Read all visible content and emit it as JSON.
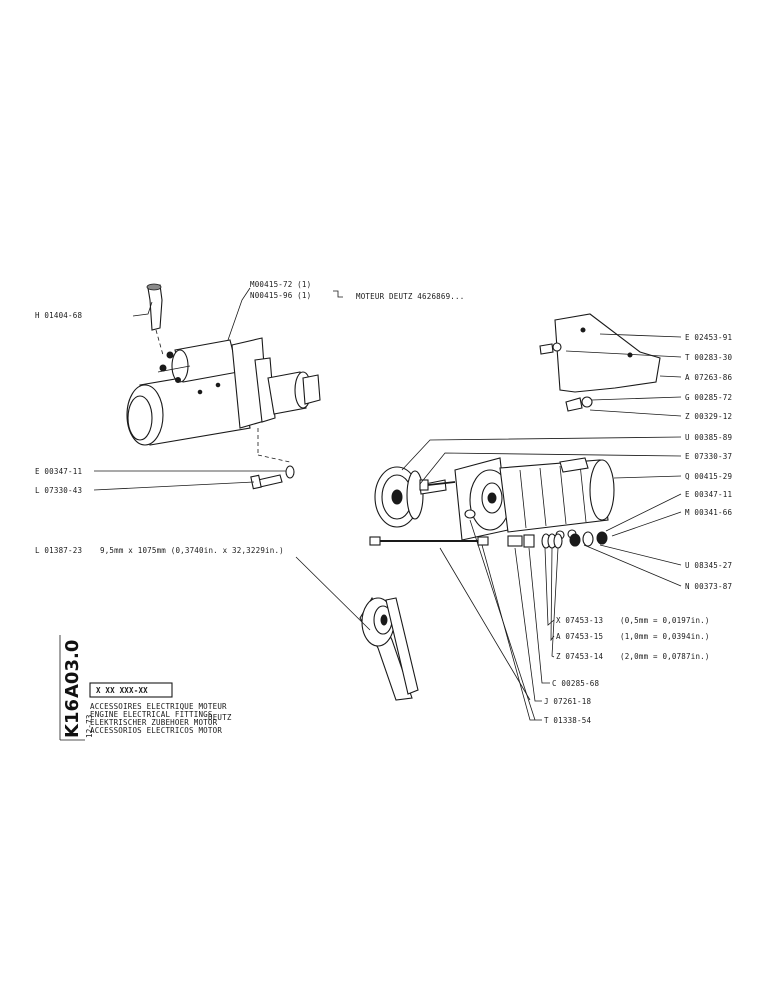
{
  "diagram": {
    "motor_ref": "MOTEUR DEUTZ 4626869...",
    "code_box": "X XX XXX-XX",
    "brand": "DEUTZ",
    "side_code": {
      "part1": "K16",
      "part2": "A03.0",
      "date": "12-73"
    },
    "descriptions": [
      "ACCESSOIRES ELECTRIQUE MOTEUR",
      "ENGINE ELECTRICAL FITTINGS",
      "ELEKTRISCHER ZUBEHOER MOTOR",
      "ACCESSORIOS ELECTRICOS MOTOR"
    ],
    "parts": {
      "M00415_72": "M00415-72 (1)",
      "N00415_96": "N00415-96 (1)",
      "H01404_68": "H 01404-68",
      "E00347_11_a": "E 00347-11",
      "L07330_43": "L 07330-43",
      "L01387_23": "L 01387-23",
      "belt_dim": "9,5mm x 1075mm (0,3740in. x 32,3229in.)",
      "E02453_91": "E 02453-91",
      "T00283_30": "T 00283-30",
      "A07263_86": "A 07263-86",
      "G00285_72": "G 00285-72",
      "Z00329_12": "Z 00329-12",
      "U00385_89": "U 00385-89",
      "E07330_37": "E 07330-37",
      "Q00415_29": "Q 00415-29",
      "E00347_11_b": "E 00347-11",
      "M00341_66": "M 00341-66",
      "U08345_27": "U 08345-27",
      "N00373_87": "N 00373-87",
      "X07453_13": "X 07453-13",
      "X07453_13_dim": "(0,5mm = 0,0197in.)",
      "A07453_15": "A 07453-15",
      "A07453_15_dim": "(1,0mm = 0,0394in.)",
      "Z07453_14": "Z 07453-14",
      "Z07453_14_dim": "(2,0mm = 0,0787in.)",
      "C00285_68": "C 00285-68",
      "J07261_18": "J 07261-18",
      "T01338_54": "T 01338-54"
    }
  }
}
